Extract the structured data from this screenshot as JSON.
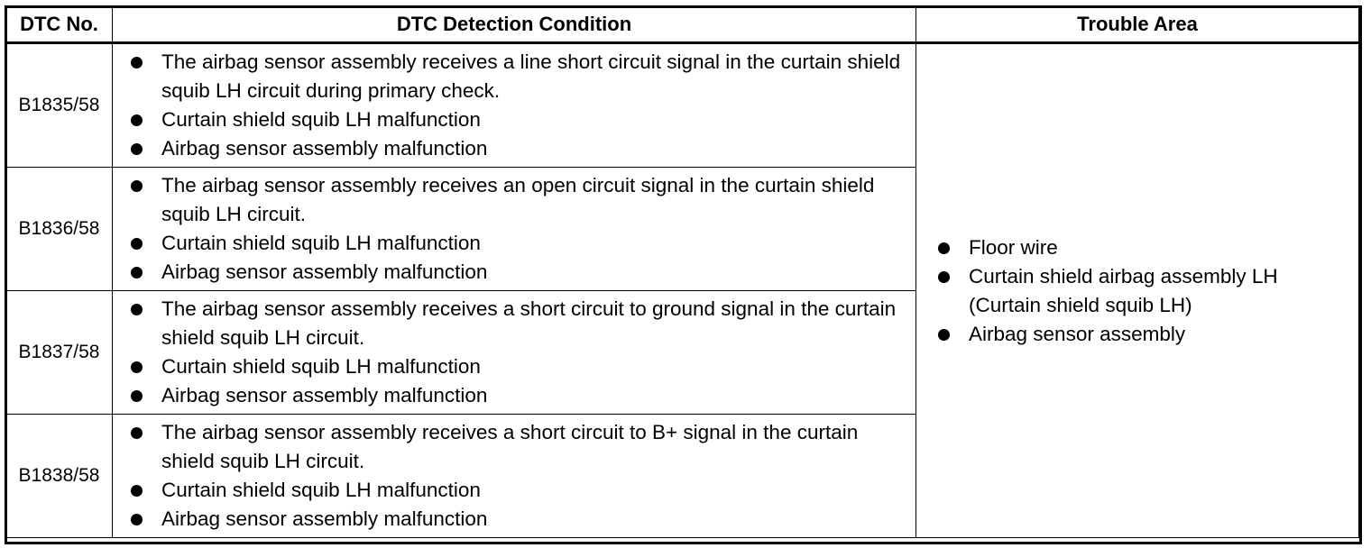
{
  "table": {
    "headers": {
      "dtc_no": "DTC No.",
      "condition": "DTC Detection Condition",
      "trouble_area": "Trouble Area"
    },
    "rows": [
      {
        "code": "B1835/58",
        "conditions": [
          "The airbag sensor assembly receives a line short circuit signal in the curtain shield squib LH circuit during primary check.",
          "Curtain shield squib LH malfunction",
          "Airbag sensor assembly malfunction"
        ]
      },
      {
        "code": "B1836/58",
        "conditions": [
          "The airbag sensor assembly receives an open circuit signal in the curtain shield squib LH circuit.",
          "Curtain shield squib LH malfunction",
          "Airbag sensor assembly malfunction"
        ]
      },
      {
        "code": "B1837/58",
        "conditions": [
          "The airbag sensor assembly receives a short circuit to ground signal in the curtain shield squib LH circuit.",
          "Curtain shield squib LH malfunction",
          "Airbag sensor assembly malfunction"
        ]
      },
      {
        "code": "B1838/58",
        "conditions": [
          "The airbag sensor assembly receives a short circuit to B+ signal in the curtain shield squib LH circuit.",
          "Curtain shield squib LH malfunction",
          "Airbag sensor assembly malfunction"
        ]
      }
    ],
    "trouble_area": [
      "Floor wire",
      "Curtain shield airbag assembly LH (Curtain shield squib LH)",
      "Airbag sensor assembly"
    ]
  }
}
